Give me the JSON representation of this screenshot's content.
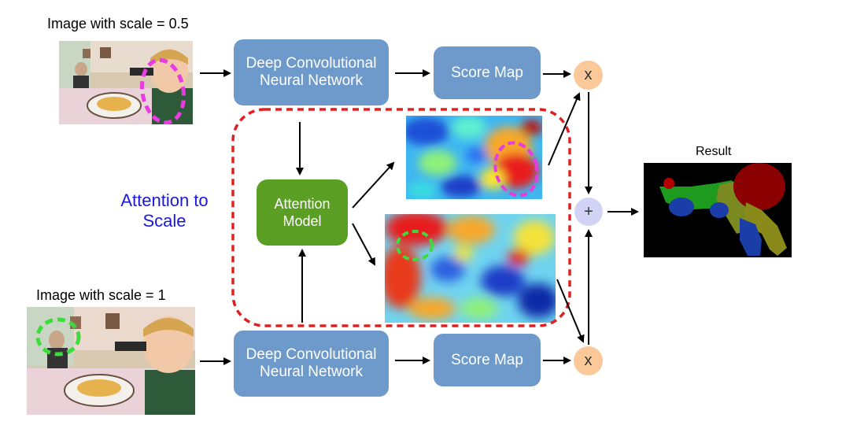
{
  "labels": {
    "top_image": "Image with scale = 0.5",
    "bottom_image": "Image with scale = 1",
    "result": "Result"
  },
  "boxes": {
    "dcnn_top_line1": "Deep Convolutional",
    "dcnn_top_line2": "Neural Network",
    "dcnn_bottom_line1": "Deep Convolutional",
    "dcnn_bottom_line2": "Neural Network",
    "score_top": "Score Map",
    "score_bottom": "Score Map",
    "attention_line1": "Attention",
    "attention_line2": "Model"
  },
  "ops": {
    "multiply_top": "x",
    "multiply_bottom": "x",
    "add": "+"
  },
  "annotation": {
    "line1": "Attention to",
    "line2": "Scale"
  },
  "colors": {
    "box_blue": "#6d9acb",
    "attention_green": "#5a9e23",
    "multiply_orange": "#fbc999",
    "add_lavender": "#d3d3f5",
    "dashed_red": "#e02020",
    "annotation_blue": "#1a1ad6",
    "highlight_magenta": "#e83be0",
    "highlight_green": "#3cdc3c"
  }
}
